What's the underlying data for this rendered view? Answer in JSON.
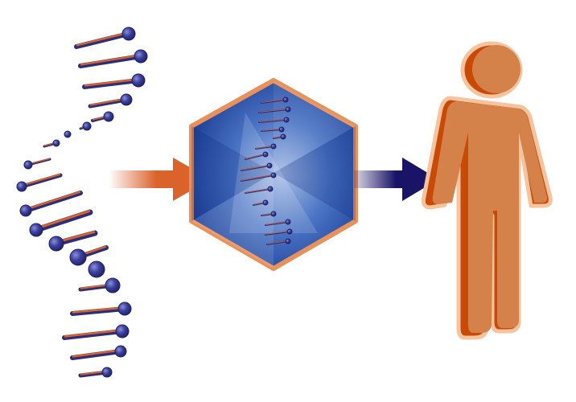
{
  "diagram": {
    "elements": [
      "dna-helix",
      "arrow-in",
      "viral-vector-hexagon",
      "arrow-out",
      "human-figure"
    ],
    "colors": {
      "navy": "#2b2f7a",
      "navy_dark": "#1a1466",
      "orange": "#d9632a",
      "orange_dark": "#c84a06",
      "person_light": "#d4824a",
      "person_outline": "#f5c39e",
      "hex_blue": "#2d5bb0",
      "hex_border": "#e8915a"
    }
  }
}
